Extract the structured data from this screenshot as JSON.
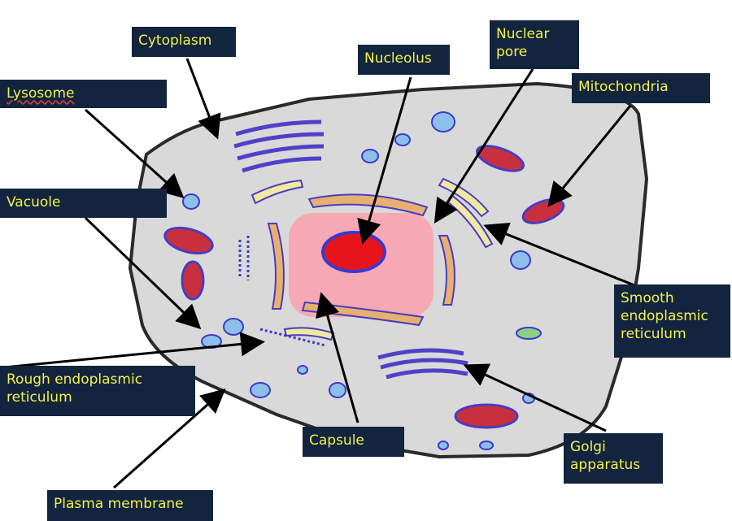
{
  "labels": {
    "cytoplasm": "Cytoplasm",
    "lysosome": "Lysosome",
    "vacuole": "Vacuole",
    "nucleolus": "Nucleolus",
    "nuclear_pore": "Nuclear pore",
    "mitochondria": "Mitochondria",
    "smooth_er": "Smooth endoplasmic reticulum",
    "rough_er": "Rough endoplasmic reticulum",
    "capsule": "Capsule",
    "golgi": "Golgi apparatus",
    "plasma_membrane": "Plasma membrane"
  },
  "colors": {
    "label_bg": "#13243f",
    "label_text": "#f2f24a",
    "cytoplasm": "#d9d9d9",
    "nucleus": "#f6a9b4",
    "nucleolus": "#e8141c",
    "organelle_outline": "#4a3cc0"
  }
}
